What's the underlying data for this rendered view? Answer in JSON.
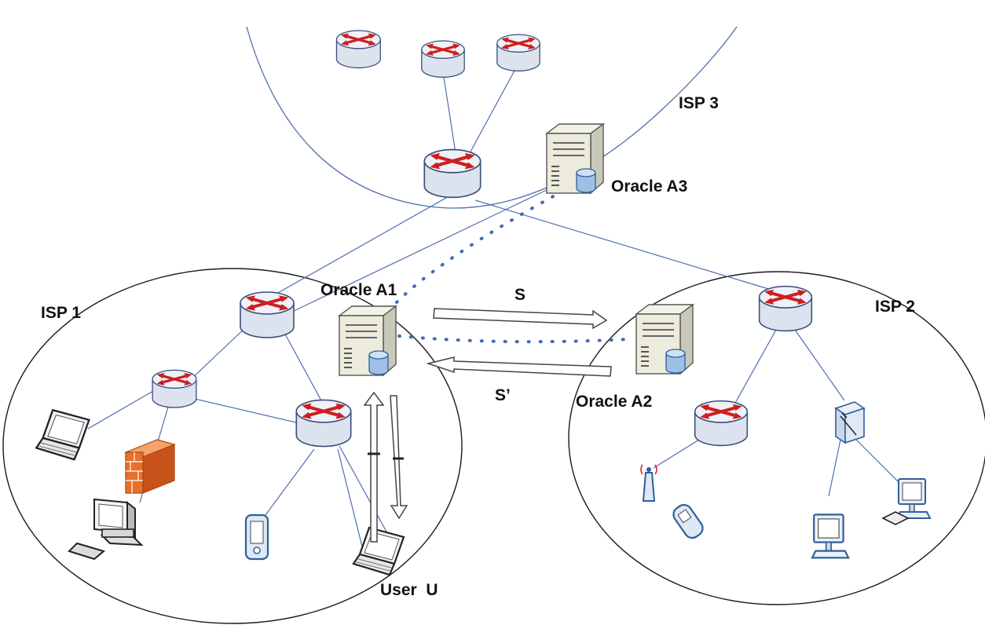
{
  "labels": {
    "isp1": "ISP 1",
    "isp2": "ISP 2",
    "isp3": "ISP 3",
    "oracle_a1": "Oracle A1",
    "oracle_a2": "Oracle A2",
    "oracle_a3": "Oracle A3",
    "message_s": "S",
    "message_s_prime": "S’",
    "user": "User  U"
  },
  "colors": {
    "link": "#4f6fb0",
    "boundary": "#1a1a1a",
    "router_body": "#dde3ee",
    "router_arrow": "#cc1f1f",
    "dotted_link": "#3f6cb8",
    "firewall": "#e8702a"
  },
  "icons": {
    "router": "router-icon",
    "server": "server-icon",
    "laptop": "laptop-icon",
    "desktop": "desktop-computer-icon",
    "firewall": "firewall-icon",
    "pda": "pda-icon",
    "phone": "mobile-phone-icon",
    "antenna": "wireless-antenna-icon",
    "switch": "switch-icon",
    "monitor": "monitor-icon"
  }
}
